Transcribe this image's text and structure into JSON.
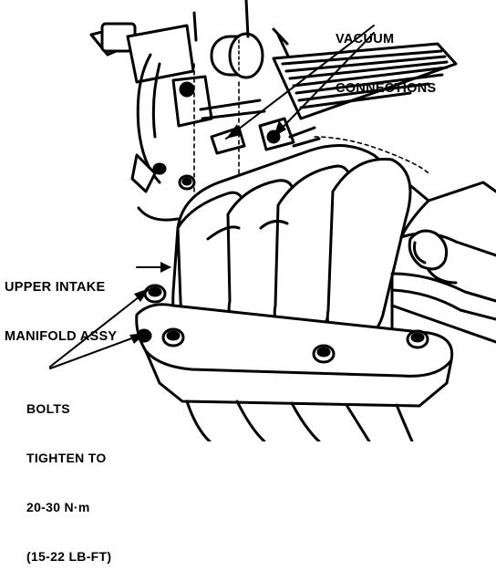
{
  "callouts": {
    "vacuum": [
      "VACUUM",
      "CONNECTIONS"
    ],
    "manifold": [
      "UPPER INTAKE",
      "MANIFOLD ASSY"
    ],
    "bolts": [
      "BOLTS",
      "TIGHTEN TO",
      "20-30 N·m",
      "(15-22 LB-FT)"
    ]
  },
  "colors": {
    "ink": "#000000",
    "paper": "#ffffff"
  }
}
